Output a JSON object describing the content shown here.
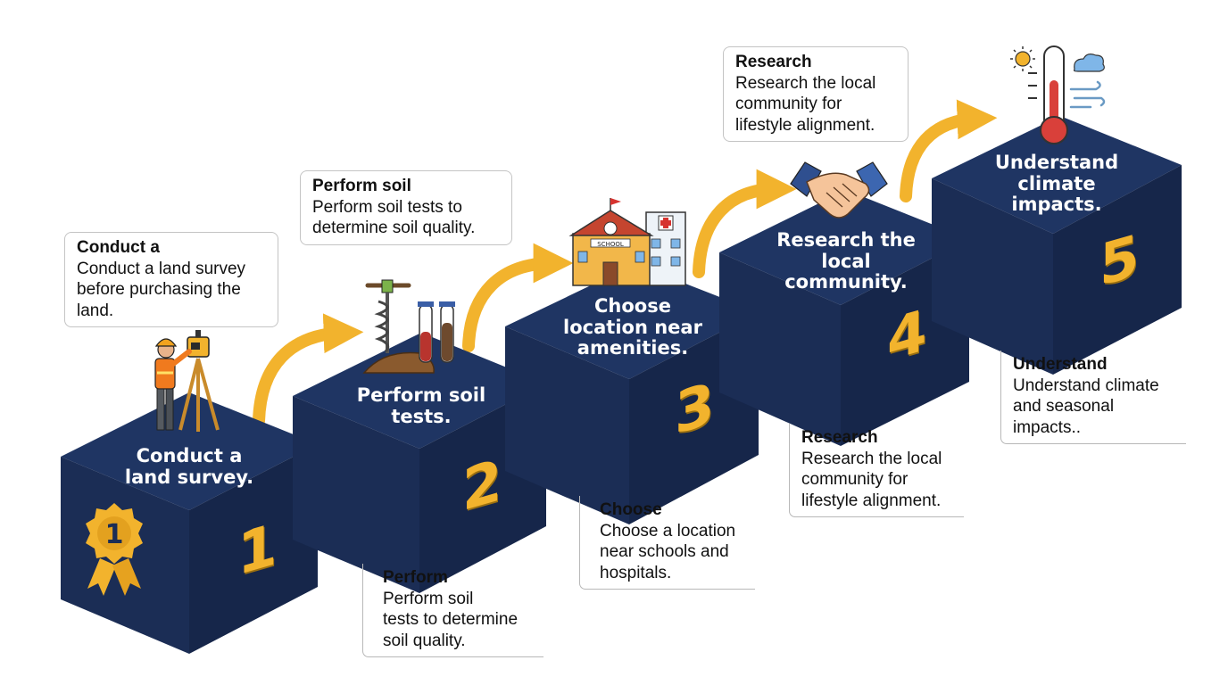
{
  "steps": [
    {
      "number": "1",
      "label_lines": [
        "Conduct a",
        "land survey."
      ],
      "icon": "surveyor-icon",
      "badge_icon": "award-ribbon-icon",
      "note_a": {
        "title": "Conduct a",
        "lines": [
          "Conduct a land survey",
          "before purchasing the",
          "land."
        ]
      }
    },
    {
      "number": "2",
      "label_lines": [
        "Perform soil",
        "tests."
      ],
      "icon": "soil-test-icon",
      "note_a": {
        "title": "Perform soil",
        "lines": [
          "Perform soil tests to",
          "determine soil quality."
        ]
      },
      "note_b": {
        "title": "Perform",
        "lines": [
          "Perform soil",
          "tests to determine",
          "soil quality."
        ]
      }
    },
    {
      "number": "3",
      "label_lines": [
        "Choose",
        "location near",
        "amenities."
      ],
      "icon": "school-hospital-icon",
      "school_sign": "SCHOOL",
      "note_b": {
        "title": "Choose",
        "lines": [
          "Choose a location",
          "near schools and",
          "hospitals."
        ]
      }
    },
    {
      "number": "4",
      "label_lines": [
        "Research the",
        "local",
        "community."
      ],
      "icon": "handshake-icon",
      "note_a": {
        "title": "Research",
        "lines": [
          "Research the local",
          "community for",
          "lifestyle alignment."
        ]
      },
      "note_b": {
        "title": "Research",
        "lines": [
          "Research the local",
          "community for",
          "lifestyle alignment."
        ]
      }
    },
    {
      "number": "5",
      "label_lines": [
        "Understand",
        "climate",
        "impacts."
      ],
      "icon": "thermometer-weather-icon",
      "note_b": {
        "title": "Understand",
        "lines": [
          "Understand climate",
          "and seasonal",
          "impacts.."
        ]
      }
    }
  ],
  "colors": {
    "cube_top": "#1f3563",
    "cube_front": "#1b2d55",
    "cube_side": "#132241",
    "accent": "#f2b32d",
    "text_on_cube": "#ffffff"
  }
}
